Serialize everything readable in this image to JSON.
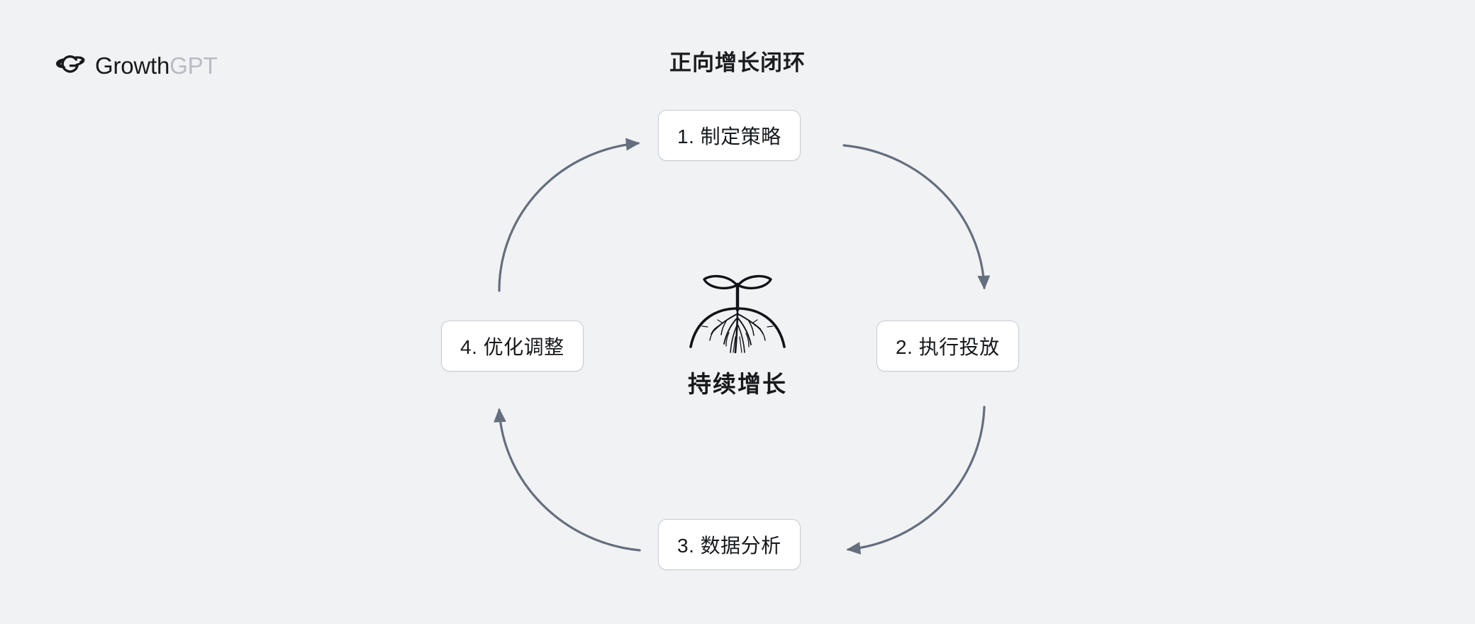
{
  "background_color": "#f1f2f4",
  "brand": {
    "icon": "orbit-g-logo-icon",
    "name_primary": "Growth",
    "name_secondary": "GPT",
    "primary_color": "#18191b",
    "secondary_color": "#b7bbc2"
  },
  "diagram": {
    "title": "正向增长闭环",
    "type": "cycle-flow",
    "accent_color": "#646e7e",
    "node_border_color": "#c7cbd2",
    "node_fill_color": "#ffffff",
    "nodes": [
      {
        "id": "step-1",
        "label": "1. 制定策略",
        "position": "top"
      },
      {
        "id": "step-2",
        "label": "2. 执行投放",
        "position": "right"
      },
      {
        "id": "step-3",
        "label": "3. 数据分析",
        "position": "bottom"
      },
      {
        "id": "step-4",
        "label": "4. 优化调整",
        "position": "left"
      }
    ],
    "arrows": [
      {
        "from": "step-1",
        "to": "step-2",
        "direction": "clockwise",
        "quadrant": "top-right"
      },
      {
        "from": "step-2",
        "to": "step-3",
        "direction": "clockwise",
        "quadrant": "bottom-right"
      },
      {
        "from": "step-3",
        "to": "step-4",
        "direction": "clockwise",
        "quadrant": "bottom-left"
      },
      {
        "from": "step-4",
        "to": "step-1",
        "direction": "clockwise",
        "quadrant": "top-left"
      }
    ],
    "center": {
      "icon": "seedling-sprout-roots-icon",
      "caption": "持续增长"
    }
  }
}
